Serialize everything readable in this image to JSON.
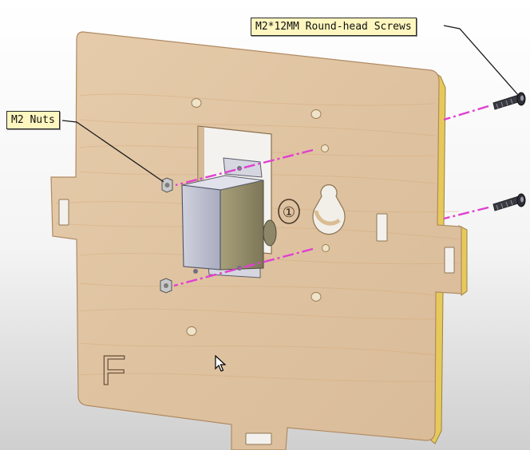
{
  "callouts": {
    "screws": "M2*12MM Round-head Screws",
    "nuts": "M2 Nuts"
  },
  "panel": {
    "letter": "F",
    "marker": "①"
  },
  "colors": {
    "wood": "#e2c7a6",
    "wood_edge": "#c9a47a",
    "edge_highlight": "#e6c95a",
    "guide_line": "#e040d0",
    "callout_fill": "#fff7bf",
    "servo_body": "#bfc2d2"
  }
}
